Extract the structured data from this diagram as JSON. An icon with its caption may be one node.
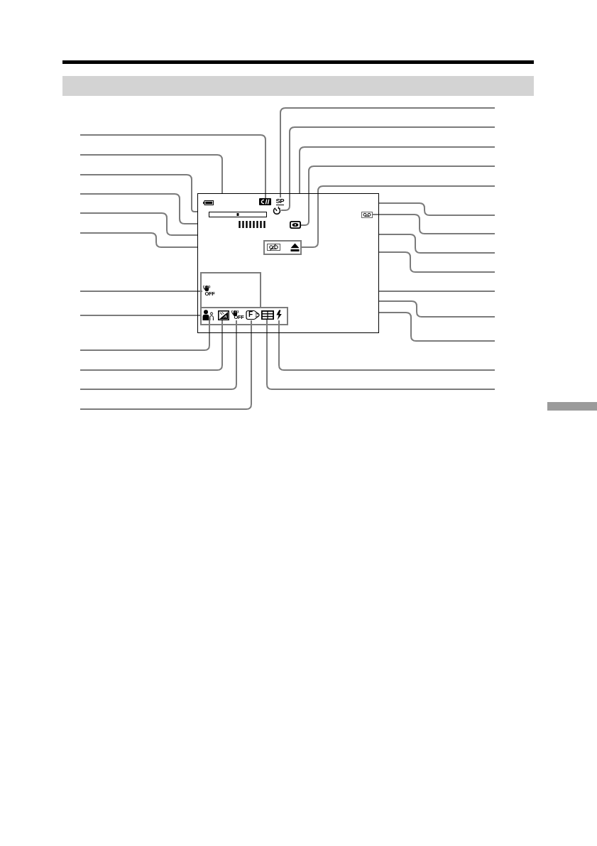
{
  "diagram": {
    "nodes": [
      {
        "text": [],
        "shape": "box"
      },
      {
        "text": [],
        "shape": "picture",
        "in": 0
      },
      {
        "text": [
          "SP"
        ],
        "in": 0
      },
      {
        "text": [],
        "shape": "picture",
        "in": 0
      },
      {
        "text": [],
        "shape": "picture",
        "in": 0
      },
      {
        "text": [],
        "shape": "picture",
        "in": 0
      },
      {
        "text": [],
        "shape": "box",
        "in": 0
      },
      {
        "text": [],
        "shape": "box",
        "in": 0
      },
      {
        "text": [
          "OFF"
        ],
        "in": 7
      },
      {
        "text": [],
        "shape": "box",
        "in": 0
      },
      {
        "text": [],
        "shape": "picture",
        "in": 9
      },
      {
        "text": [],
        "shape": "picture",
        "in": 9
      },
      {
        "text": [
          "OFF"
        ],
        "in": 9
      },
      {
        "text": [
          "F"
        ],
        "in": 9
      },
      {
        "text": [],
        "shape": "picture",
        "in": 9
      },
      {
        "text": [],
        "shape": "picture",
        "in": 9
      }
    ],
    "edges": [
      {
        "from": null,
        "to": 1,
        "arrow": "none"
      },
      {
        "from": null,
        "to": 0,
        "arrow": "none"
      },
      {
        "from": null,
        "to": 0,
        "arrow": "none"
      },
      {
        "from": null,
        "to": 0,
        "arrow": "none"
      },
      {
        "from": null,
        "to": 0,
        "arrow": "none"
      },
      {
        "from": null,
        "to": 0,
        "arrow": "none"
      },
      {
        "from": null,
        "to": 8,
        "arrow": "none"
      },
      {
        "from": null,
        "to": 9,
        "arrow": "none"
      },
      {
        "from": null,
        "to": 10,
        "arrow": "none"
      },
      {
        "from": null,
        "to": 11,
        "arrow": "none"
      },
      {
        "from": null,
        "to": 12,
        "arrow": "none"
      },
      {
        "from": null,
        "to": 13,
        "arrow": "none"
      },
      {
        "from": null,
        "to": 2,
        "arrow": "none"
      },
      {
        "from": null,
        "to": 3,
        "arrow": "none"
      },
      {
        "from": null,
        "to": 0,
        "arrow": "none"
      },
      {
        "from": null,
        "to": 5,
        "arrow": "none"
      },
      {
        "from": null,
        "to": 6,
        "arrow": "none"
      },
      {
        "from": null,
        "to": 0,
        "arrow": "none"
      },
      {
        "from": null,
        "to": 4,
        "arrow": "none"
      },
      {
        "from": null,
        "to": 0,
        "arrow": "none"
      },
      {
        "from": null,
        "to": 0,
        "arrow": "none"
      },
      {
        "from": null,
        "to": 0,
        "arrow": "none"
      },
      {
        "from": null,
        "to": 0,
        "arrow": "none"
      },
      {
        "from": null,
        "to": 0,
        "arrow": "none"
      },
      {
        "from": null,
        "to": 15,
        "arrow": "none"
      },
      {
        "from": null,
        "to": 14,
        "arrow": "none"
      }
    ]
  }
}
